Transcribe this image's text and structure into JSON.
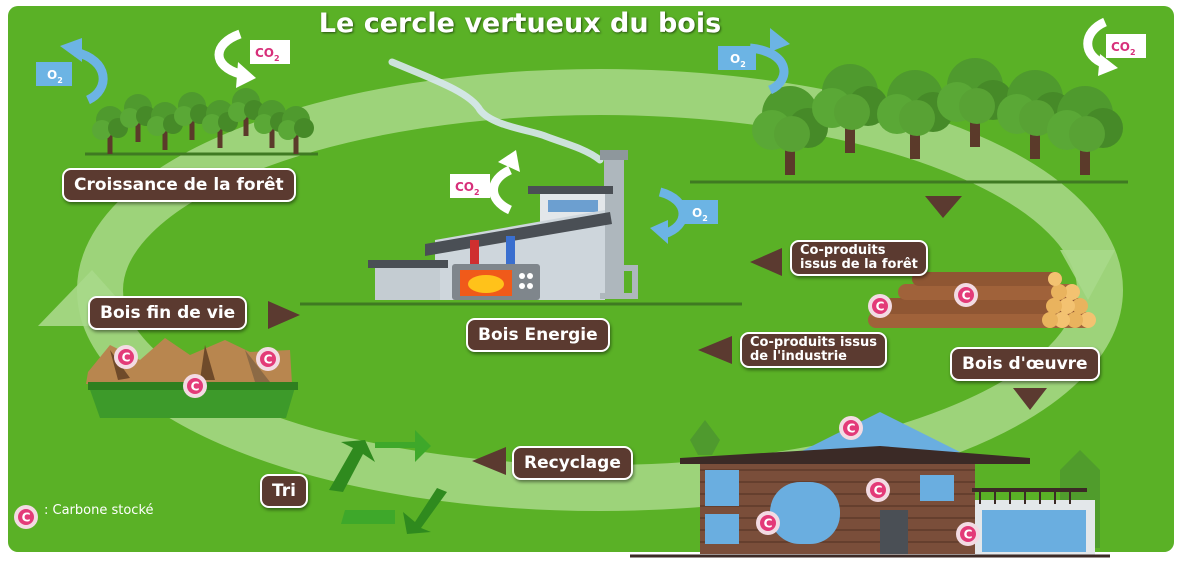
{
  "title": "Le cercle vertueux du bois",
  "labels": {
    "croissance": "Croissance de la forêt",
    "bois_energie": "Bois Energie",
    "bois_fin_de_vie": "Bois fin de vie",
    "coproduits_foret": "Co-produits\nissus de la forêt",
    "coproduits_industrie": "Co-produits issus\nde l'industrie",
    "bois_oeuvre": "Bois d'œuvre",
    "recyclage": "Recyclage",
    "tri": "Tri"
  },
  "gases": {
    "o2": "O2",
    "co2": "CO2",
    "o2_parts": [
      "O",
      "2"
    ],
    "co2_parts": [
      "CO",
      "2"
    ]
  },
  "legend": {
    "symbol": "C",
    "text": ": Carbone stocké"
  },
  "colors": {
    "background_green": "#5fb829",
    "cycle_path": "#a9d98a",
    "label_brown": "#5b3a30",
    "o2_blue": "#6cb4e4",
    "co2_pink": "#d72f7a",
    "carbon_marker": "#e33a78",
    "tree_green": "#4f9a2e"
  }
}
